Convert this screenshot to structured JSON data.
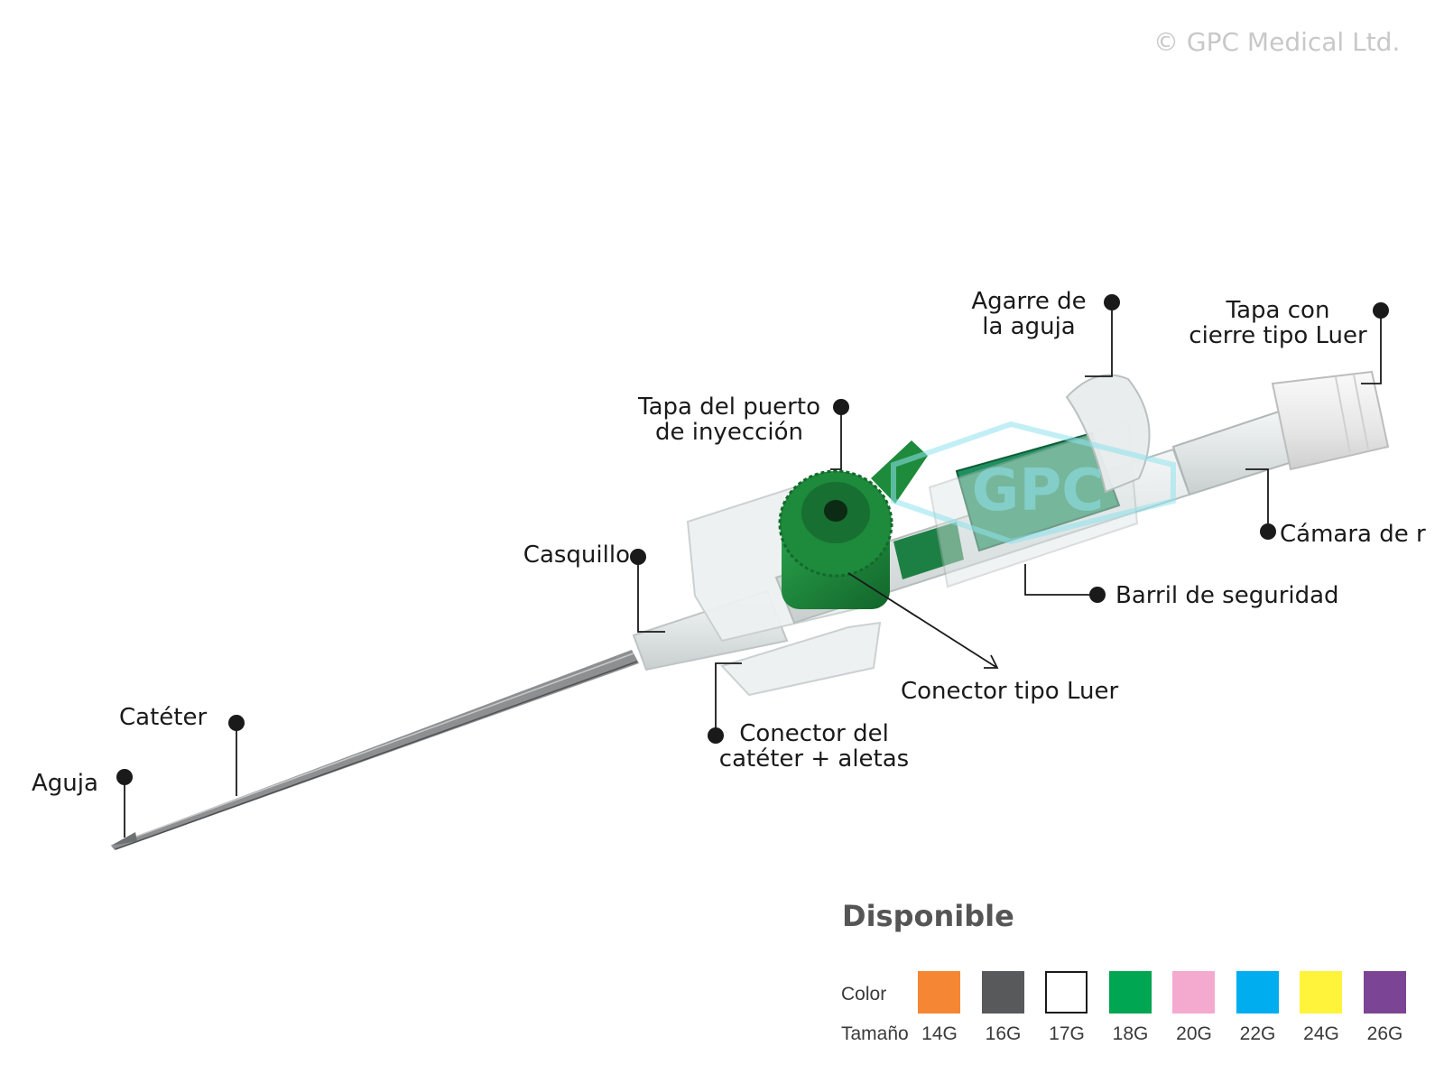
{
  "copyright": "© GPC Medical Ltd.",
  "watermark": "GPC",
  "labels": {
    "needle_grip": "Agarre de\nla aguja",
    "luer_lock_cap": "Tapa con\ncierre tipo Luer",
    "injection_port_cap": "Tapa del puerto\nde inyección",
    "hub": "Casquillo",
    "flashback_chamber": "Cámara de r",
    "safety_barrel": "Barril de seguridad",
    "luer_connector": "Conector tipo Luer",
    "catheter": "Catéter",
    "needle": "Aguja",
    "catheter_connector_wings": "Conector del\ncatéter + aletas"
  },
  "availability": {
    "title": "Disponible",
    "color_label": "Color",
    "size_label": "Tamaño",
    "options": [
      {
        "size": "14G",
        "color": "#F58634"
      },
      {
        "size": "16G",
        "color": "#58595B"
      },
      {
        "size": "17G",
        "color": "#FFFFFF"
      },
      {
        "size": "18G",
        "color": "#00A651"
      },
      {
        "size": "20G",
        "color": "#F4A9CF"
      },
      {
        "size": "22G",
        "color": "#00AEEF"
      },
      {
        "size": "24G",
        "color": "#FFF33B"
      },
      {
        "size": "26G",
        "color": "#7C4494"
      }
    ]
  },
  "colors": {
    "port_green": "#1E8A3C",
    "barrel_green": "#1F8F5E",
    "watermark_cyan": "#8FE3EE"
  }
}
